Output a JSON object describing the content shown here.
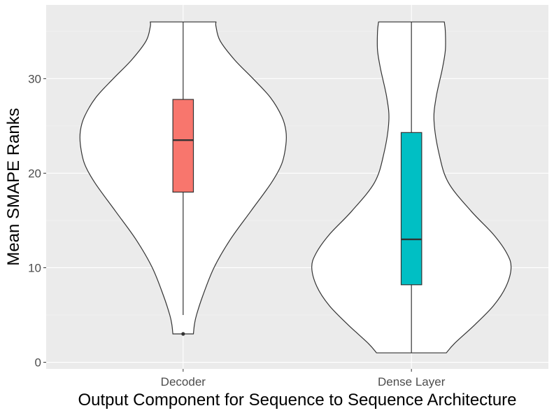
{
  "chart_data": {
    "type": "violin",
    "xlabel": "Output Component for Sequence to Sequence Architecture",
    "ylabel": "Mean SMAPE Ranks",
    "ylim": [
      -0.7,
      37.8
    ],
    "yticks": [
      0,
      10,
      20,
      30
    ],
    "grid": true,
    "legend": "none",
    "colors": {
      "panel": "#ebebeb",
      "grid_major": "#ffffff",
      "grid_minor": "#f5f5f5",
      "violin_fill": "#ffffff",
      "outline": "#333333",
      "tick_text": "#4d4d4d"
    },
    "categories": [
      "Decoder",
      "Dense Layer"
    ],
    "groups": [
      {
        "name": "Decoder",
        "box_color": "#f8766d",
        "box": {
          "q1": 18.0,
          "median": 23.5,
          "q3": 27.8,
          "whisker_low": 5.0,
          "whisker_high": 36.0
        },
        "outliers": [
          3.0
        ],
        "density": [
          [
            3.0,
            0.1
          ],
          [
            4.0,
            0.11
          ],
          [
            5.0,
            0.13
          ],
          [
            7.0,
            0.19
          ],
          [
            10.0,
            0.3
          ],
          [
            13.0,
            0.46
          ],
          [
            16.0,
            0.66
          ],
          [
            19.0,
            0.86
          ],
          [
            21.0,
            0.96
          ],
          [
            23.0,
            1.0
          ],
          [
            24.5,
            1.0
          ],
          [
            26.0,
            0.96
          ],
          [
            28.0,
            0.85
          ],
          [
            30.0,
            0.68
          ],
          [
            32.0,
            0.5
          ],
          [
            34.0,
            0.36
          ],
          [
            35.5,
            0.32
          ],
          [
            36.0,
            0.32
          ]
        ]
      },
      {
        "name": "Dense Layer",
        "box_color": "#00bfc4",
        "box": {
          "q1": 8.2,
          "median": 13.0,
          "q3": 24.3,
          "whisker_low": 1.0,
          "whisker_high": 36.0
        },
        "outliers": [],
        "density": [
          [
            1.0,
            0.34
          ],
          [
            2.0,
            0.42
          ],
          [
            4.0,
            0.62
          ],
          [
            6.0,
            0.8
          ],
          [
            8.0,
            0.92
          ],
          [
            10.0,
            0.97
          ],
          [
            11.5,
            0.93
          ],
          [
            13.5,
            0.8
          ],
          [
            16.0,
            0.58
          ],
          [
            19.0,
            0.36
          ],
          [
            22.0,
            0.27
          ],
          [
            25.5,
            0.22
          ],
          [
            28.0,
            0.24
          ],
          [
            31.0,
            0.3
          ],
          [
            33.0,
            0.33
          ],
          [
            35.0,
            0.33
          ],
          [
            36.0,
            0.32
          ]
        ]
      }
    ]
  }
}
